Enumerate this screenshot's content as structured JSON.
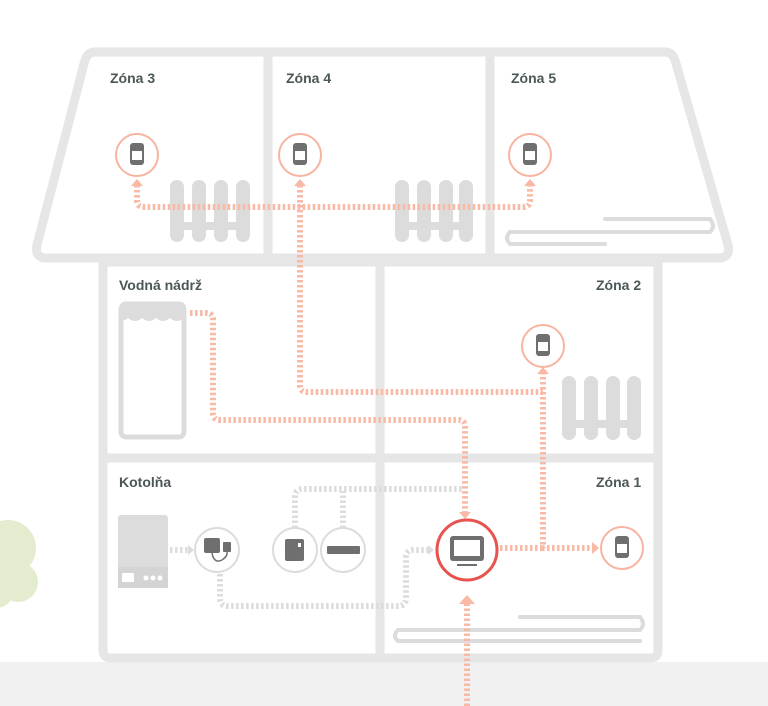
{
  "zones": {
    "zone3": "Zóna 3",
    "zone4": "Zóna 4",
    "zone5": "Zóna 5",
    "tank": "Vodná nádrž",
    "zone2": "Zóna 2",
    "boiler_room": "Kotolňa",
    "zone1": "Zóna 1"
  },
  "colors": {
    "pipe": "#f9b9a5",
    "controller": "#e8524f",
    "wall": "#e6e6e7",
    "text": "#4c5757"
  }
}
